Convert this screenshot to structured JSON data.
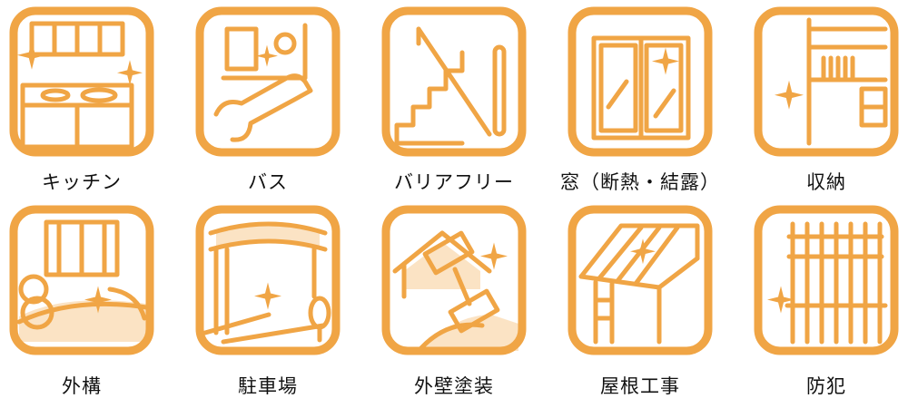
{
  "colors": {
    "accent": "#F0A545",
    "accent_light": "#FBE3C4",
    "label": "#111111",
    "background": "#FFFFFF"
  },
  "services": [
    {
      "label": "キッチン",
      "icon": "kitchen-icon"
    },
    {
      "label": "バス",
      "icon": "bath-icon"
    },
    {
      "label": "バリアフリー",
      "icon": "barrier-free-icon"
    },
    {
      "label": "窓（断熱・結露）",
      "icon": "window-icon"
    },
    {
      "label": "収納",
      "icon": "storage-icon"
    },
    {
      "label": "外構",
      "icon": "exterior-icon"
    },
    {
      "label": "駐車場",
      "icon": "parking-icon"
    },
    {
      "label": "外壁塗装",
      "icon": "wall-painting-icon"
    },
    {
      "label": "屋根工事",
      "icon": "roof-icon"
    },
    {
      "label": "防犯",
      "icon": "security-icon"
    }
  ]
}
